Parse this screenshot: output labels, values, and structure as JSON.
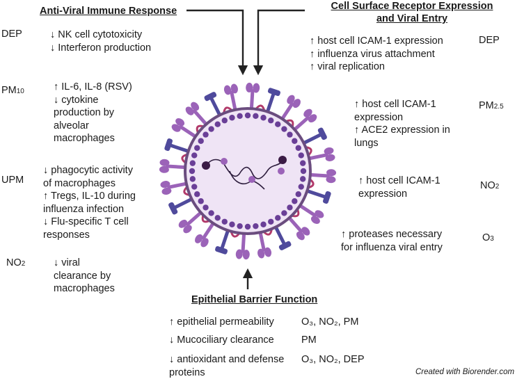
{
  "headings": {
    "antiviral": "Anti-Viral Immune Response",
    "surface_line1": "Cell Surface Receptor Expression",
    "surface_line2": "and Viral Entry",
    "epithelial": "Epithelial Barrier Function"
  },
  "left": {
    "dep": {
      "label": "DEP",
      "lines": [
        "↓ NK cell cytotoxicity",
        "↓ Interferon production"
      ]
    },
    "pm10": {
      "label_main": "PM",
      "label_sub": "10",
      "lines": [
        "↑ IL-6, IL-8 (RSV)",
        "↓ cytokine",
        "production by",
        "alveolar",
        "macrophages"
      ]
    },
    "upm": {
      "label": "UPM",
      "lines": [
        "↓ phagocytic activity",
        "of macrophages",
        "↑ Tregs, IL-10 during",
        "influenza infection",
        "↓ Flu-specific T cell",
        "responses"
      ]
    },
    "no2": {
      "label_main": "NO",
      "label_sub": "2",
      "lines": [
        "↓ viral",
        "clearance by",
        "macrophages"
      ]
    }
  },
  "right": {
    "dep": {
      "label": "DEP",
      "lines": [
        "↑ host cell ICAM-1 expression",
        "↑ influenza virus attachment",
        "↑ viral replication"
      ]
    },
    "pm25": {
      "label_main": "PM",
      "label_sub": "2.5",
      "lines": [
        "↑ host cell ICAM-1",
        "expression",
        "↑ ACE2 expression in",
        "lungs"
      ]
    },
    "no2": {
      "label_main": "NO",
      "label_sub": "2",
      "lines": [
        "↑ host cell ICAM-1",
        "expression"
      ]
    },
    "o3": {
      "label_main": "O",
      "label_sub": "3",
      "lines": [
        "↑ proteases necessary",
        "for influenza viral entry"
      ]
    }
  },
  "bottom": {
    "rows": [
      {
        "effect": "↑ epithelial permeability",
        "pollutants": "O₃, NO₂, PM"
      },
      {
        "effect": "↓ Mucociliary clearance",
        "pollutants": "PM"
      },
      {
        "effect": "↓ antioxidant and defense",
        "effect2": "proteins",
        "pollutants": "O₃, NO₂, DEP"
      }
    ]
  },
  "watermark": "Created with Biorender.com",
  "colors": {
    "envelope_fill": "#efe4f5",
    "envelope_ring": "#6b4d7f",
    "dots": "#6a3f97",
    "ha_purple": "#9b63b8",
    "na_blue": "#4f4a9c",
    "m2_red": "#b23a6a",
    "arrow": "#222222"
  }
}
